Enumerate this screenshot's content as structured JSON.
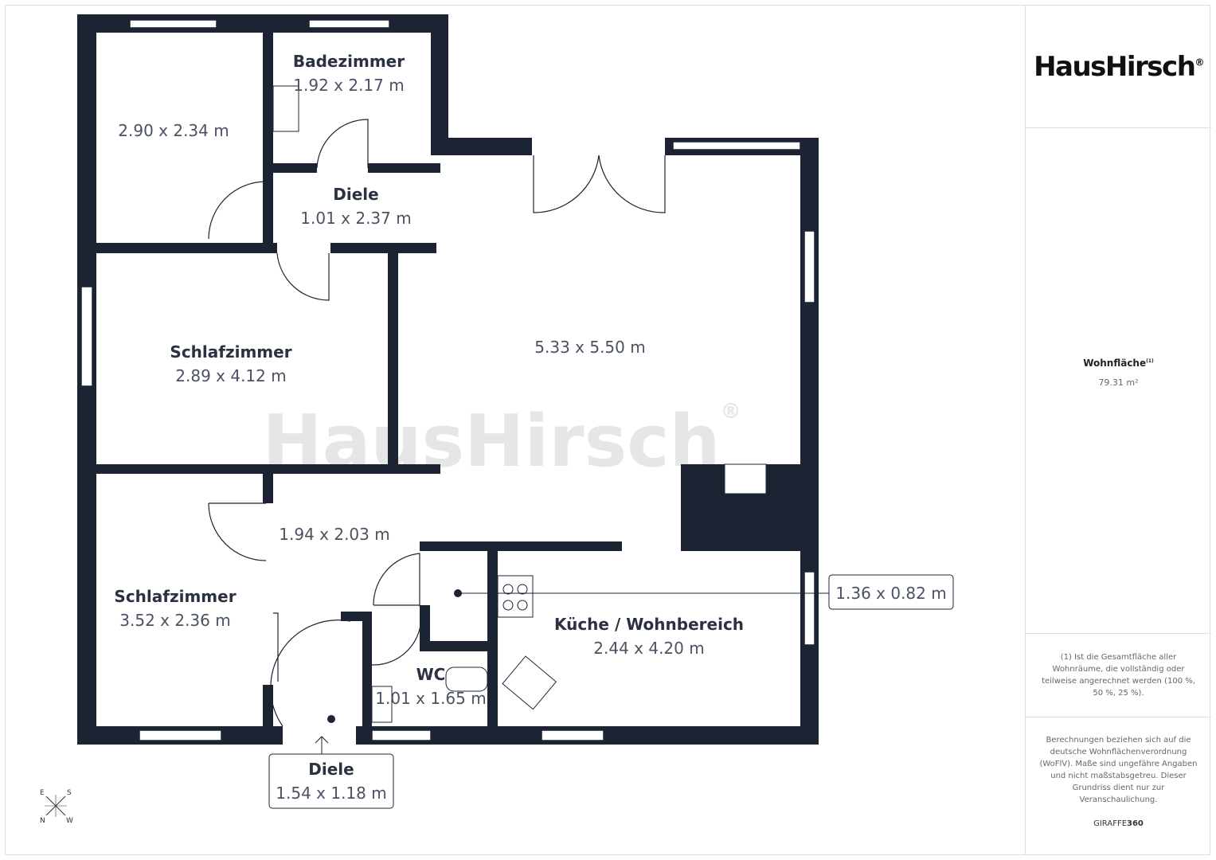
{
  "brand": {
    "name": "HausHirsch",
    "registered": "®",
    "watermark": "HausHirsch"
  },
  "rooms": [
    {
      "name": "",
      "dims": "2.90 x 2.34 m"
    },
    {
      "name": "Badezimmer",
      "dims": "1.92 x 2.17 m"
    },
    {
      "name": "Diele",
      "dims": "1.01 x 2.37 m"
    },
    {
      "name": "",
      "dims": "5.33 x 5.50 m"
    },
    {
      "name": "Schlafzimmer",
      "dims": "2.89 x 4.12 m"
    },
    {
      "name": "",
      "dims": "1.94 x 2.03 m"
    },
    {
      "name": "Schlafzimmer",
      "dims": "3.52 x 2.36 m"
    },
    {
      "name": "Küche / Wohnbereich",
      "dims": "2.44 x 4.20 m"
    },
    {
      "name": "WC",
      "dims": "1.01 x 1.65 m"
    },
    {
      "name": "Diele",
      "dims": "1.54 x 1.18 m"
    }
  ],
  "callout": {
    "dims": "1.36 x 0.82 m"
  },
  "compass": {
    "e": "E",
    "s": "S",
    "n": "N",
    "w": "W"
  },
  "sidebar": {
    "area_label": "Wohnfläche",
    "area_sup": "(1)",
    "area_value": "79.31 m²",
    "footnote": "(1) Ist die Gesamtfläche aller Wohnräume, die vollständig oder teilweise angerechnet werden (100 %, 50 %, 25 %).",
    "disclaimer": "Berechnungen beziehen sich auf die deutsche Wohnflächenverordnung (WoFlV). Maße sind ungefähre Angaben und nicht maßstabsgetreu. Dieser Grundriss dient nur zur Veranschaulichung.",
    "credit_a": "GIRAFFE",
    "credit_b": "360"
  }
}
